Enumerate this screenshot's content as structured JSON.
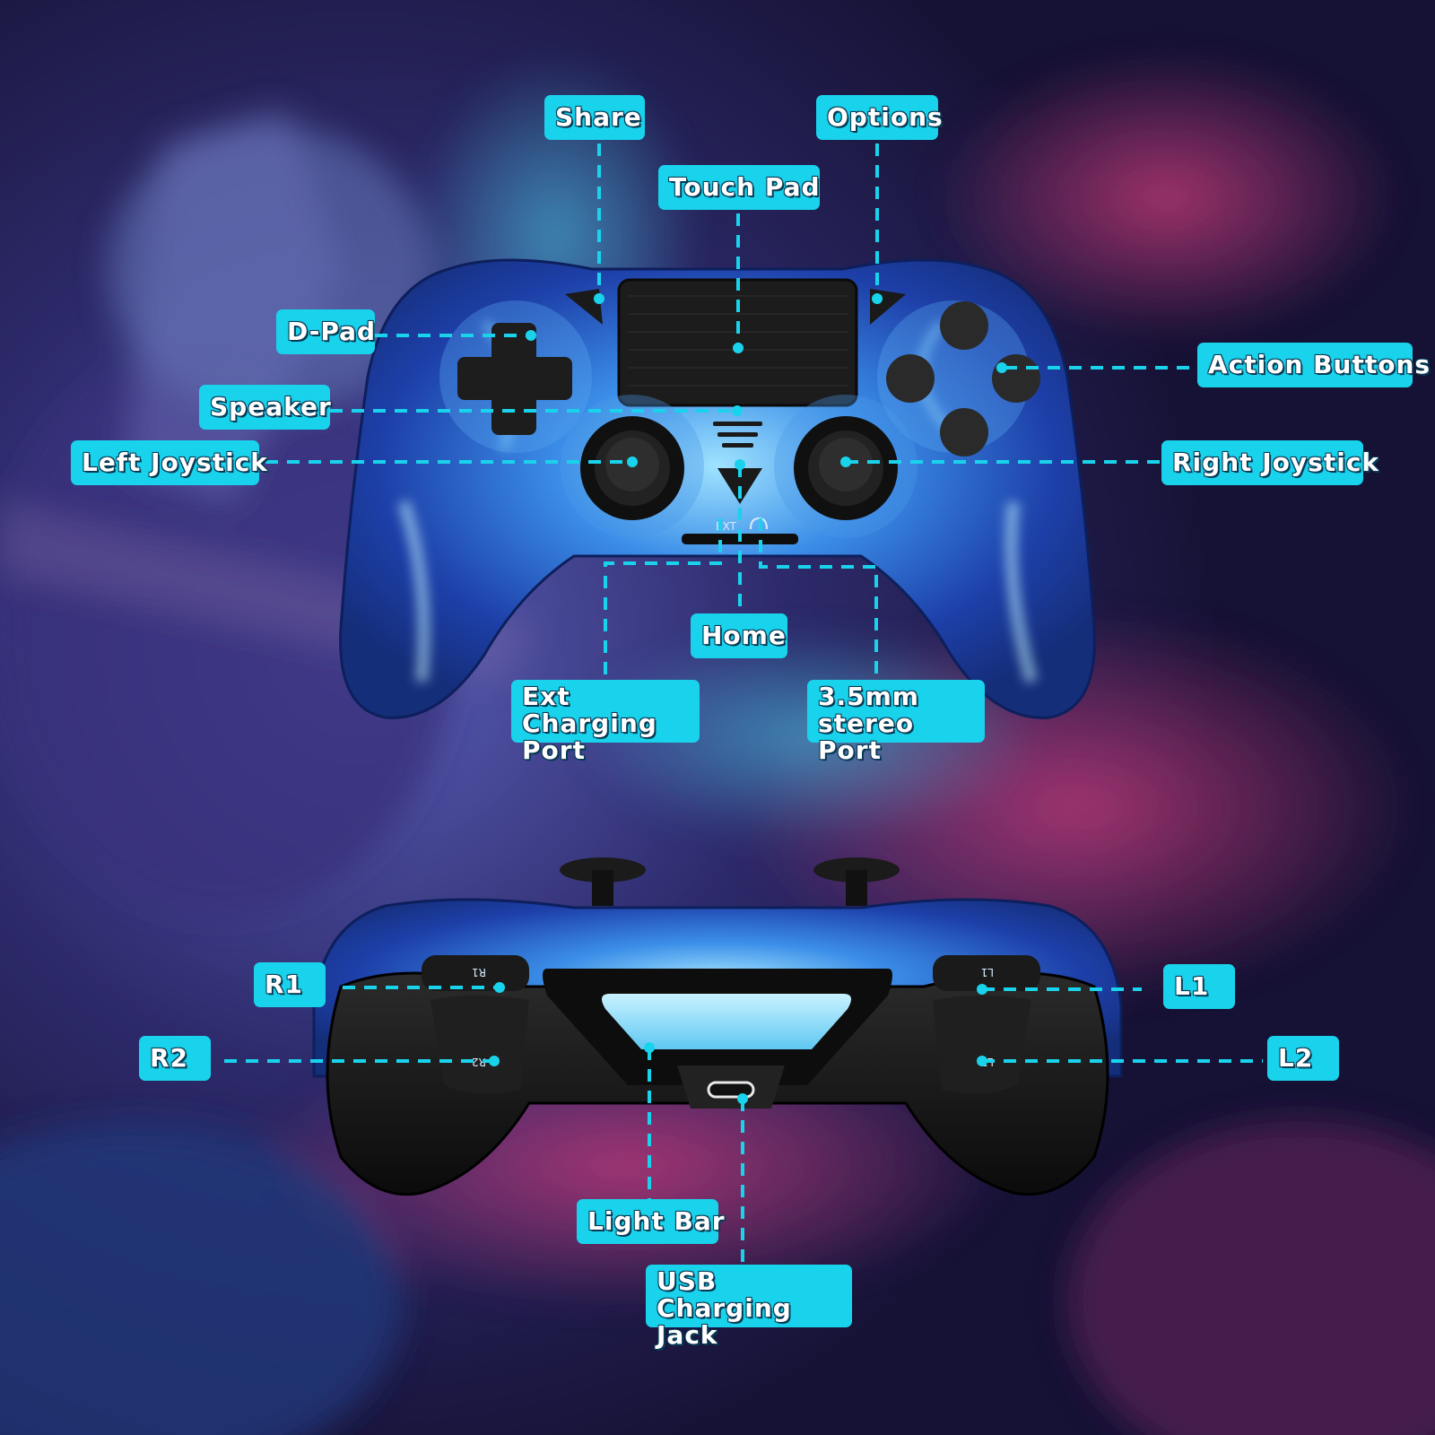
{
  "colors": {
    "accent": "#19d3ec",
    "label_text": "#ffffff",
    "controller_body": "#1b4fb8",
    "controller_glow": "#6fd6ff",
    "grip_black": "#141414",
    "light_bar": "#8fe2ff"
  },
  "top_view": {
    "labels": {
      "share": "Share",
      "options": "Options",
      "touch_pad": "Touch Pad",
      "d_pad": "D-Pad",
      "speaker": "Speaker",
      "left_joystick": "Left Joystick",
      "action_buttons": "Action Buttons",
      "right_joystick": "Right Joystick",
      "home": "Home",
      "ext_charging_port": "Ext Charging Port",
      "stereo_port": "3.5mm stereo Port"
    },
    "printed": {
      "ext": "EXT"
    }
  },
  "back_view": {
    "labels": {
      "r1": "R1",
      "r2": "R2",
      "l1": "L1",
      "l2": "L2",
      "light_bar": "Light Bar",
      "usb_charging_jack": "USB Charging Jack"
    },
    "printed": {
      "r1": "R1",
      "r2": "R2",
      "l1": "L1",
      "l2": "L2"
    }
  },
  "icons": [
    "dpad-icon",
    "triangle-button-icon",
    "circle-button-icon",
    "cross-button-icon",
    "square-button-icon",
    "headphone-icon",
    "usb-c-port-icon"
  ]
}
